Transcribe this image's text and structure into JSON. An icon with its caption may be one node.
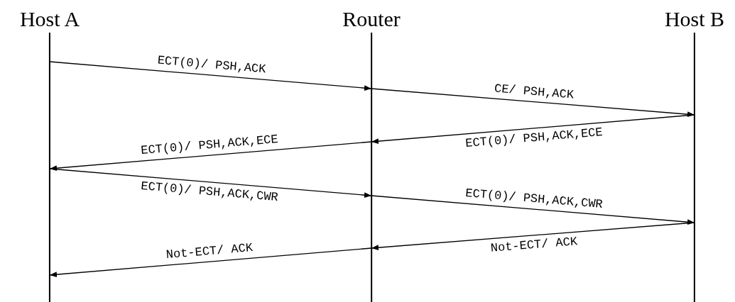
{
  "diagram": {
    "nodes": [
      {
        "text": [
          "Host A"
        ]
      },
      {
        "text": [
          "Router"
        ]
      },
      {
        "text": [
          "Host B"
        ]
      }
    ],
    "edges": [
      {
        "from": 0,
        "to": 1,
        "arrow": "to",
        "label": "ECT(0)/ PSH,ACK"
      },
      {
        "from": 1,
        "to": 2,
        "arrow": "to",
        "label": "CE/ PSH,ACK"
      },
      {
        "from": 2,
        "to": 1,
        "arrow": "to",
        "label": "ECT(0)/ PSH,ACK,ECE"
      },
      {
        "from": 1,
        "to": 0,
        "arrow": "to",
        "label": "ECT(0)/ PSH,ACK,ECE"
      },
      {
        "from": 0,
        "to": 1,
        "arrow": "to",
        "label": "ECT(0)/ PSH,ACK,CWR"
      },
      {
        "from": 1,
        "to": 2,
        "arrow": "to",
        "label": "ECT(0)/ PSH,ACK,CWR"
      },
      {
        "from": 2,
        "to": 1,
        "arrow": "to",
        "label": "Not-ECT/ ACK"
      },
      {
        "from": 1,
        "to": 0,
        "arrow": "to",
        "label": "Not-ECT/ ACK"
      }
    ]
  }
}
